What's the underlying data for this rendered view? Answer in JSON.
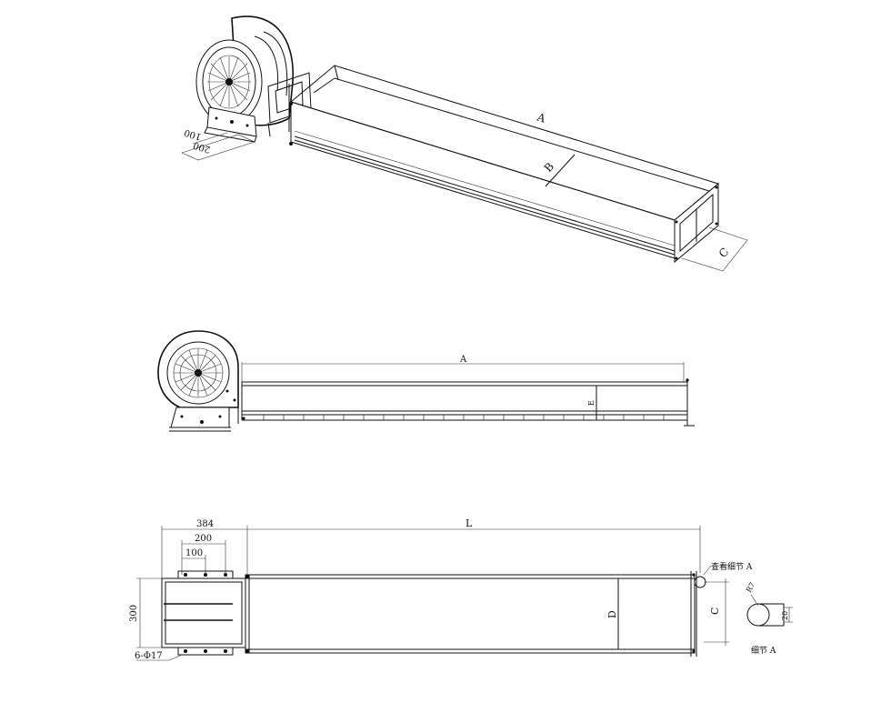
{
  "iso_view": {
    "label_a": "A",
    "label_b": "B",
    "label_c": "C",
    "dim_100": "100",
    "dim_200": "200"
  },
  "side_view": {
    "label_a": "A",
    "label_e": "E"
  },
  "plan_view": {
    "dim_384": "384",
    "dim_200": "200",
    "dim_100": "100",
    "dim_300": "300",
    "dim_l": "L",
    "label_d": "D",
    "label_c": "C",
    "holes": "6-Φ17",
    "detail_ref": "查看细节 A",
    "detail_r": "R7",
    "detail_20": "20",
    "detail_title": "细节 A"
  }
}
